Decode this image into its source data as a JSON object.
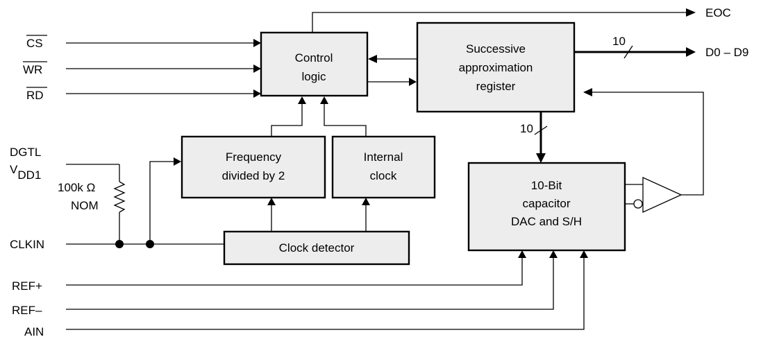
{
  "signals": {
    "cs": "CS",
    "wr": "WR",
    "rd": "RD",
    "dgtl": "DGTL",
    "vdd_main": "V",
    "vdd_sub": "DD1",
    "resistor_value": "100k Ω",
    "resistor_nom": "NOM",
    "clkin": "CLKIN",
    "ref_plus": "REF+",
    "ref_minus": "REF–",
    "ain": "AIN",
    "eoc": "EOC",
    "data_out": "D0 – D9"
  },
  "blocks": {
    "control_logic": [
      "Control",
      "logic"
    ],
    "sar": [
      "Successive",
      "approximation",
      "register"
    ],
    "freq_div": [
      "Frequency",
      "divided by 2"
    ],
    "internal_clock": [
      "Internal",
      "clock"
    ],
    "clock_detector": [
      "Clock detector"
    ],
    "dac": [
      "10-Bit",
      "capacitor",
      "DAC and S/H"
    ]
  },
  "bus_widths": {
    "data_out": "10",
    "sar_to_dac": "10"
  }
}
